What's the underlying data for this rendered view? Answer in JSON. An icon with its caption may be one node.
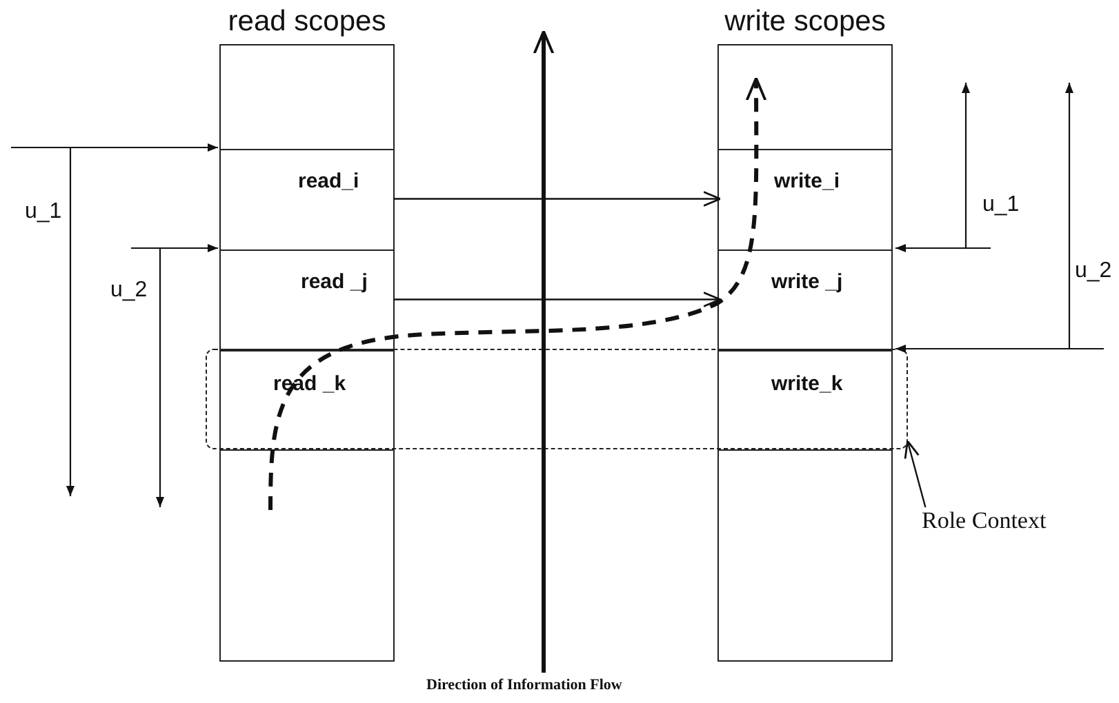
{
  "diagram": {
    "nodes": [
      {
        "text": [
          "read scopes"
        ]
      },
      {
        "text": [
          "read_i"
        ],
        "in": 0
      },
      {
        "text": [
          "read _j"
        ],
        "in": 0
      },
      {
        "text": [
          "read _k"
        ]
      },
      {
        "text": [
          "write scopes"
        ]
      },
      {
        "text": [
          "write_i"
        ],
        "in": 4
      },
      {
        "text": [
          "write _j"
        ],
        "in": 4
      },
      {
        "text": [
          "write_k"
        ]
      },
      {
        "text": [
          "Role Context"
        ]
      },
      {
        "text": [],
        "shape": "box"
      }
    ],
    "edges": [
      {
        "from": 1,
        "to": 5,
        "arrow": "to"
      },
      {
        "from": 2,
        "to": 6,
        "arrow": "to"
      },
      {
        "from": 8,
        "to": 9,
        "arrow": "to"
      }
    ],
    "labels": [
      "u_1",
      "u_2",
      "u_1",
      "u_2",
      "Direction of Information Flow"
    ]
  }
}
